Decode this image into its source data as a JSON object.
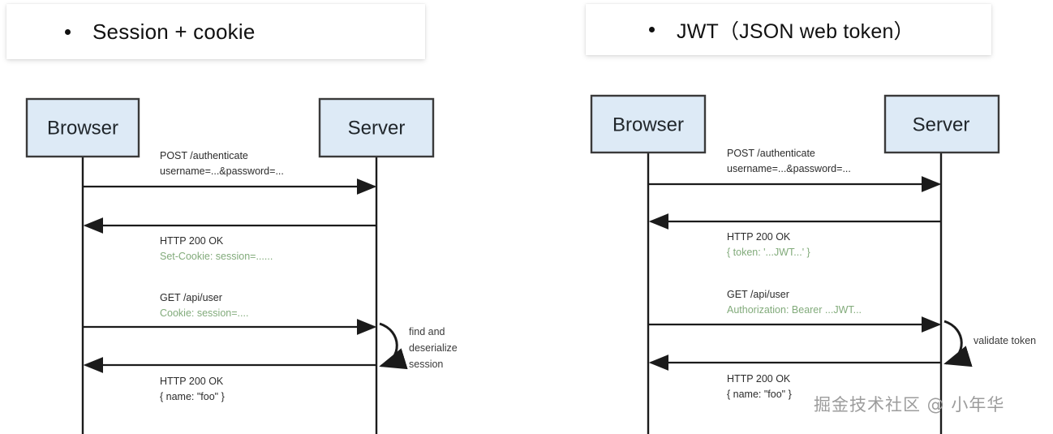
{
  "page": {
    "background": "#ffffff",
    "accent_box_fill": "#ddeaf6",
    "accent_box_stroke": "#3a3a3a",
    "green_text_color": "#82ab7b",
    "watermark": "掘金技术社区 @ 小年华"
  },
  "panels": [
    {
      "id": "session",
      "title": "Session + cookie",
      "bullet": "•",
      "actors": {
        "left": "Browser",
        "right": "Server"
      },
      "messages": [
        {
          "direction": "right",
          "lines": [
            {
              "text": "POST /authenticate",
              "color": "dark"
            },
            {
              "text": "username=...&password=...",
              "color": "dark"
            }
          ]
        },
        {
          "direction": "left",
          "lines": [
            {
              "text": "HTTP 200 OK",
              "color": "dark"
            },
            {
              "text": "Set-Cookie: session=......",
              "color": "green"
            }
          ]
        },
        {
          "direction": "right",
          "lines": [
            {
              "text": "GET /api/user",
              "color": "dark"
            },
            {
              "text": "Cookie: session=....",
              "color": "green"
            }
          ]
        },
        {
          "direction": "left",
          "lines": [
            {
              "text": "HTTP 200 OK",
              "color": "dark"
            },
            {
              "text": "{ name: \"foo\" }",
              "color": "dark"
            }
          ]
        }
      ],
      "self_note": [
        "find and",
        "deserialize",
        "session"
      ]
    },
    {
      "id": "jwt",
      "title": "JWT（JSON web token）",
      "bullet": "•",
      "actors": {
        "left": "Browser",
        "right": "Server"
      },
      "messages": [
        {
          "direction": "right",
          "lines": [
            {
              "text": "POST /authenticate",
              "color": "dark"
            },
            {
              "text": "username=...&password=...",
              "color": "dark"
            }
          ]
        },
        {
          "direction": "left",
          "lines": [
            {
              "text": "HTTP 200 OK",
              "color": "dark"
            },
            {
              "text": "{ token: '...JWT...' }",
              "color": "green"
            }
          ]
        },
        {
          "direction": "right",
          "lines": [
            {
              "text": "GET /api/user",
              "color": "dark"
            },
            {
              "text": "Authorization: Bearer ...JWT...",
              "color": "green"
            }
          ]
        },
        {
          "direction": "left",
          "lines": [
            {
              "text": "HTTP 200 OK",
              "color": "dark"
            },
            {
              "text": "{ name: \"foo\" }",
              "color": "dark"
            }
          ]
        }
      ],
      "self_note": [
        "validate token"
      ]
    }
  ]
}
